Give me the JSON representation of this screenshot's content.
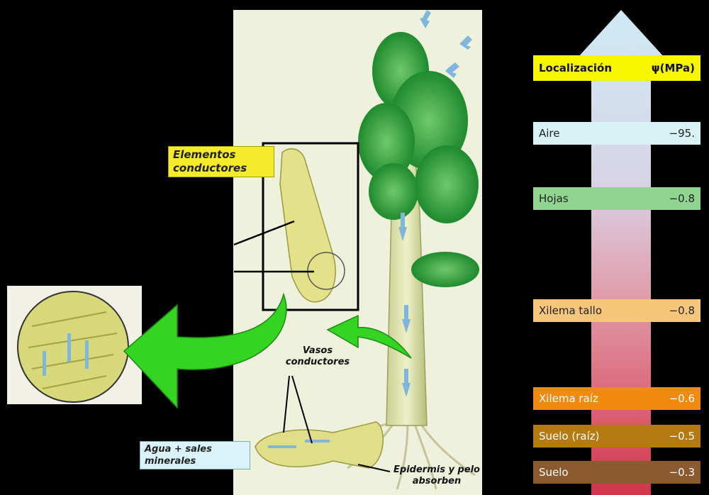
{
  "labels": {
    "elementos": "Elementos conductores",
    "vasos": "Vasos conductores",
    "agua": "Agua + sales minerales",
    "epidermis": "Epidermis y pelo absorben"
  },
  "table": {
    "header_loc": "Localización",
    "header_psi": "ψ(MPa)",
    "rows": [
      {
        "loc": "Aire",
        "val": "−95.",
        "color": "#d8f2f6",
        "text": "#222"
      },
      {
        "loc": "Hojas",
        "val": "−0.8",
        "color": "#8fd48f",
        "text": "#222"
      },
      {
        "loc": "Xilema tallo",
        "val": "−0.8",
        "color": "#f6c77b",
        "text": "#222"
      },
      {
        "loc": "Xilema raíz",
        "val": "−0.6",
        "color": "#f08a10",
        "text": "#fff"
      },
      {
        "loc": "Suelo (raíz)",
        "val": "−0.5",
        "color": "#b57a12",
        "text": "#fff"
      },
      {
        "loc": "Suelo",
        "val": "−0.3",
        "color": "#8b5a2e",
        "text": "#fff"
      }
    ]
  },
  "colors": {
    "header": "#f6f600",
    "label_yellow": "#f4ec2a",
    "label_cyan": "#d8f4fa",
    "green_arrow": "#35d322"
  }
}
